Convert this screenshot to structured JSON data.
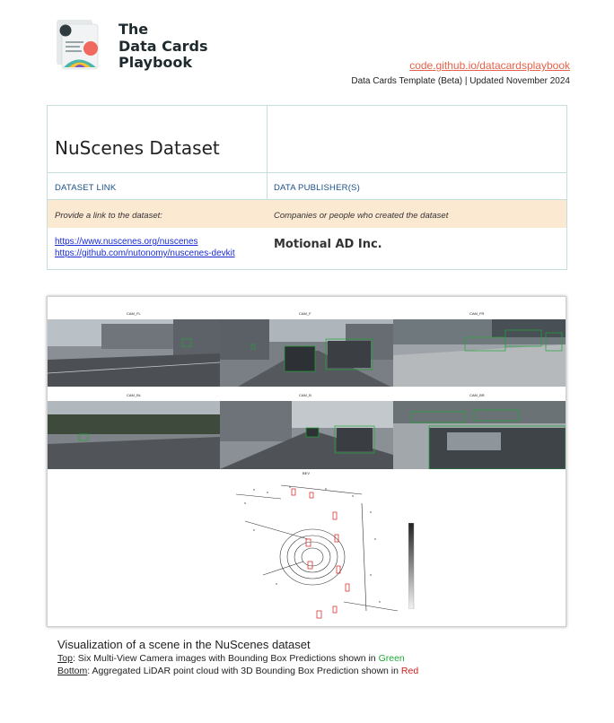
{
  "header": {
    "logo_lines": [
      "The",
      "Data Cards",
      "Playbook"
    ],
    "site_link": "code.github.io/datacardsplaybook",
    "template_line": "Data Cards Template (Beta) | Updated November 2024"
  },
  "card": {
    "title": "NuScenes Dataset",
    "col1_header": "DATASET LINK",
    "col2_header": "DATA PUBLISHER(S)",
    "col1_prompt": "Provide a link to the dataset:",
    "col2_prompt": "Companies or people who created the dataset",
    "links": [
      "https://www.nuscenes.org/nuscenes",
      "https://github.com/nutonomy/nuscenes-devkit"
    ],
    "publisher": "Motional AD Inc."
  },
  "figure": {
    "camera_labels": [
      "CAM_FL",
      "CAM_F",
      "CAM_FR",
      "CAM_BL",
      "CAM_B",
      "CAM_BR"
    ],
    "bev_label": "BEV"
  },
  "caption": {
    "title": "Visualization of a scene in the NuScenes dataset",
    "top_label": "Top",
    "top_text": ": Six Multi-View Camera images with Bounding Box Predictions shown in ",
    "top_color_word": "Green",
    "bottom_label": "Bottom",
    "bottom_text": ": Aggregated LiDAR point cloud with 3D Bounding Box Prediction shown in ",
    "bottom_color_word": "Red"
  },
  "colors": {
    "accent_link": "#e5624a",
    "header_blue": "#1a4f8a",
    "prompt_bg": "#fce9d2",
    "box_green": "#1fa637",
    "box_red": "#d21c1c"
  }
}
